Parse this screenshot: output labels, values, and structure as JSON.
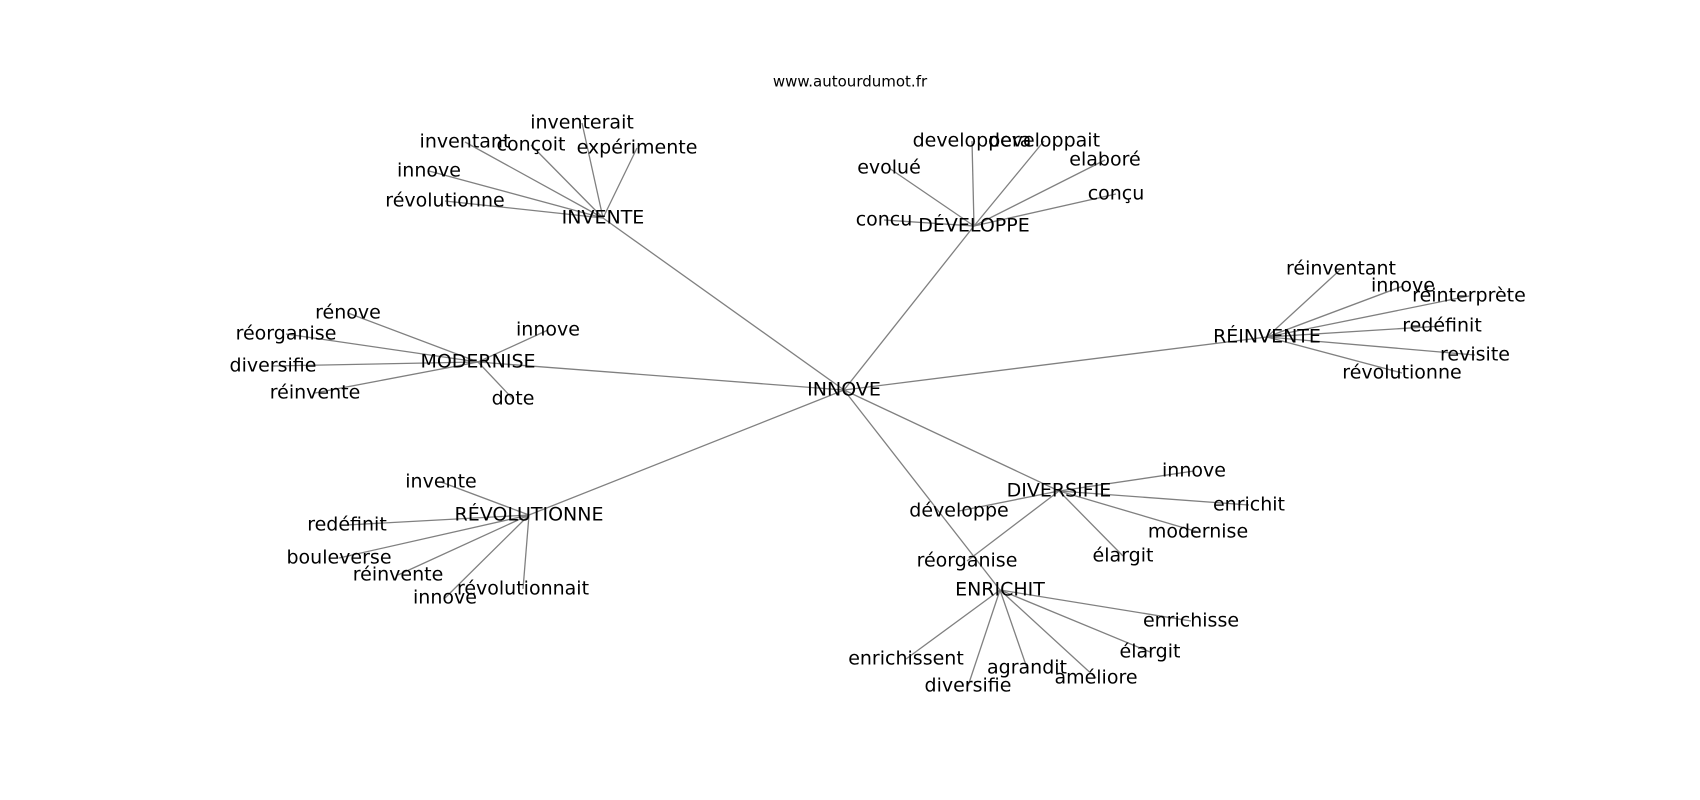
{
  "source_text": "www.autourdumot.fr",
  "edge_color": "#808080",
  "nodes": {
    "center": "INNOVE",
    "invente": "INVENTE",
    "developpe": "DÉVELOPPE",
    "reinvente": "RÉINVENTE",
    "modernise": "MODERNISE",
    "revolutionne": "RÉVOLUTIONNE",
    "diversifie": "DIVERSIFIE",
    "enrichit": "ENRICHIT",
    "inv_inventerait": "inventerait",
    "inv_inventant": "inventant",
    "inv_concoit": "conçoit",
    "inv_experimente": "expérimente",
    "inv_innove": "innove",
    "inv_revolutionne": "révolutionne",
    "dev_developpera": "developpera",
    "dev_developpait": "developpait",
    "dev_evolue": "evolué",
    "dev_elabore": "elaboré",
    "dev_concu1": "conçu",
    "dev_concu2": "concu",
    "rei_reinventant": "réinventant",
    "rei_innove": "innove",
    "rei_reinterprete": "réinterprète",
    "rei_redefinit": "redéfinit",
    "rei_revisite": "revisite",
    "rei_revolutionne": "révolutionne",
    "mod_renove": "rénove",
    "mod_reorganise": "réorganise",
    "mod_innove": "innove",
    "mod_diversifie": "diversifie",
    "mod_reinvente": "réinvente",
    "mod_dote": "dote",
    "rev_invente": "invente",
    "rev_redefinit": "redéfinit",
    "rev_bouleverse": "bouleverse",
    "rev_reinvente": "réinvente",
    "rev_innove": "innove",
    "rev_revolutionnait": "révolutionnait",
    "div_innove": "innove",
    "div_enrichit": "enrichit",
    "div_developpe": "développe",
    "div_modernise": "modernise",
    "div_elargit": "élargit",
    "div_reorganise": "réorganise",
    "enr_enrichisse": "enrichisse",
    "enr_elargit": "élargit",
    "enr_enrichissent": "enrichissent",
    "enr_agrandit": "agrandit",
    "enr_ameliore": "améliore",
    "enr_diversifie": "diversifie"
  }
}
